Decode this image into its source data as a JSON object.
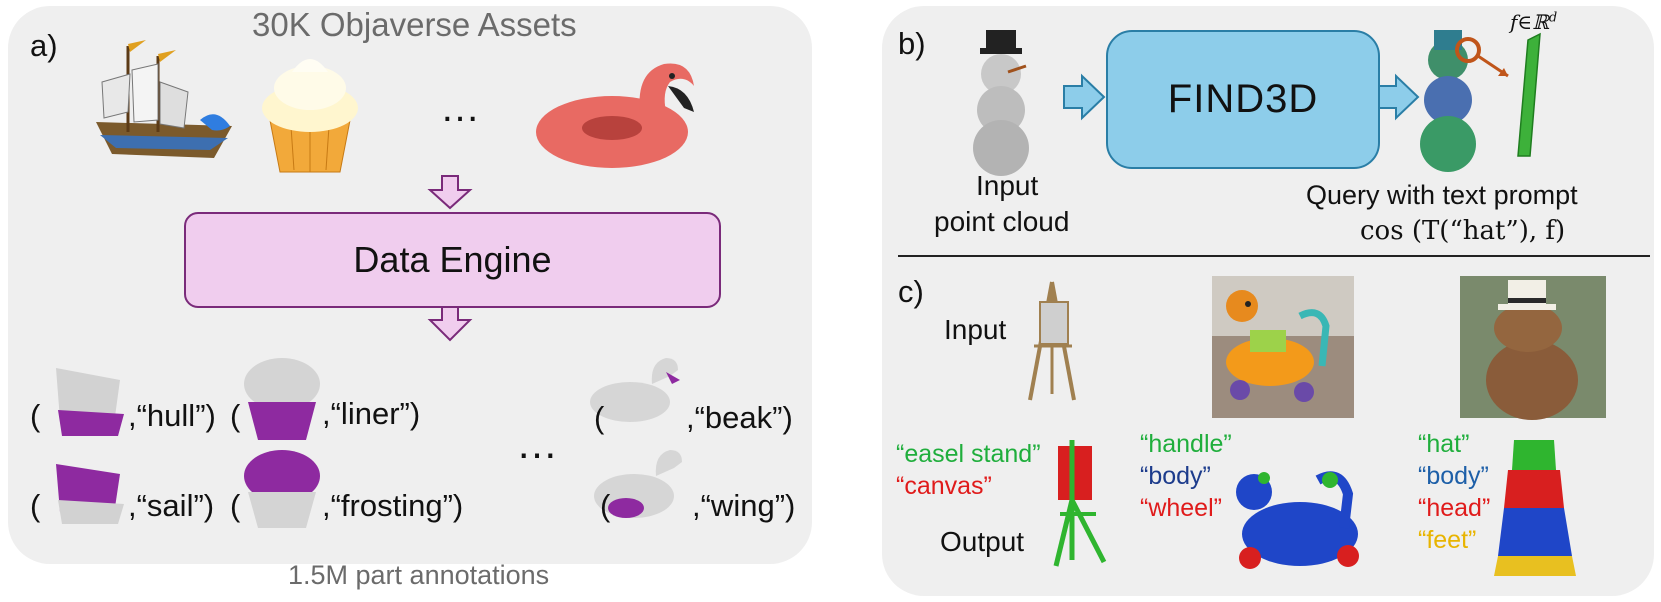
{
  "panel_a": {
    "label": "a)",
    "title": "30K Objaverse Assets",
    "ellipsis": "…",
    "engine_label": "Data Engine",
    "ellipsis_bottom": "…",
    "footer": "1.5M part annotations",
    "annotations": [
      {
        "text": "(",
        "text2": ",“hull”)"
      },
      {
        "text": "(",
        "text2": ",“liner”)"
      },
      {
        "text": "(",
        "text2": ",“beak”)"
      },
      {
        "text": "(",
        "text2": ",“sail”)"
      },
      {
        "text": "(",
        "text2": ",“frosting”)"
      },
      {
        "text": "(",
        "text2": ",“wing”)"
      }
    ]
  },
  "panel_b": {
    "label": "b)",
    "model_name": "FIND3D",
    "input_line1": "Input",
    "input_line2": "point cloud",
    "feature": "f∈ℝ",
    "feature_sup": "d",
    "query_line1": "Query with text prompt",
    "query_line2": "cos (T(“hat”), f)"
  },
  "panel_c": {
    "label": "c)",
    "input_label": "Input",
    "output_label": "Output",
    "easel_parts": [
      {
        "text": "“easel stand”",
        "color": "#1fae3c"
      },
      {
        "text": "“canvas”",
        "color": "#e01b1b"
      }
    ],
    "toy_parts": [
      {
        "text": "“handle”",
        "color": "#1fae3c"
      },
      {
        "text": "“body”",
        "color": "#1d3c8c"
      },
      {
        "text": "“wheel”",
        "color": "#e01b1b"
      }
    ],
    "capybara_parts": [
      {
        "text": "“hat”",
        "color": "#1fae3c"
      },
      {
        "text": "“body”",
        "color": "#1d5fa8"
      },
      {
        "text": "“head”",
        "color": "#e01b1b"
      },
      {
        "text": "“feet”",
        "color": "#e8b400"
      }
    ]
  },
  "colors": {
    "panel_bg": "#efefef",
    "engine_fill": "#f0cdee",
    "engine_border": "#7a2a7a",
    "model_fill": "#8dcdea",
    "model_border": "#2a7ea6",
    "part_highlight": "#8e2aa0"
  }
}
